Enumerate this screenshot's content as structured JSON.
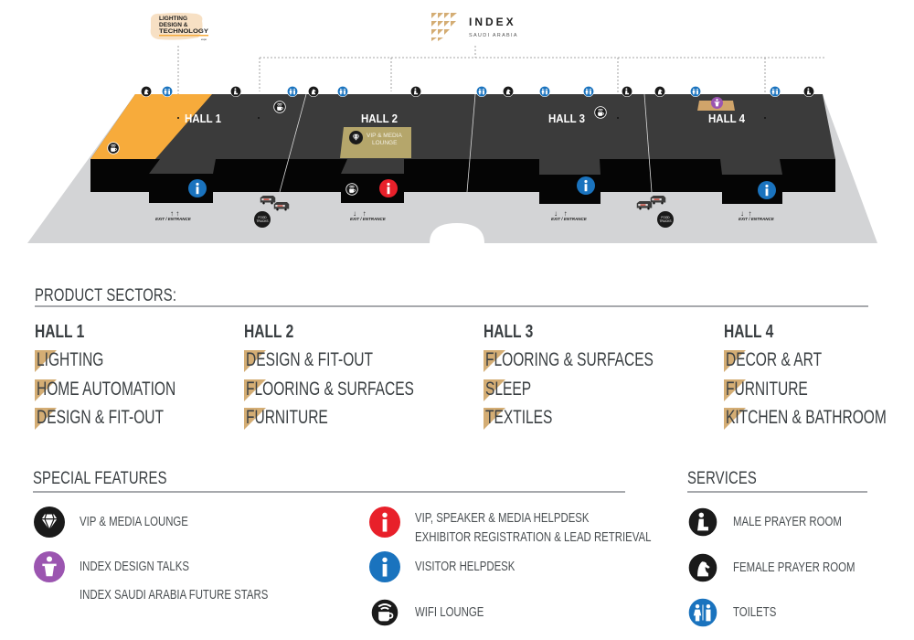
{
  "logos": {
    "ldt": {
      "line1": "LIGHTING",
      "line2": "DESIGN &",
      "line3": "TECHNOLOGY",
      "line4": "expo"
    },
    "index": {
      "title": "INDEX",
      "subtitle": "SAUDI ARABIA"
    }
  },
  "map": {
    "halls": [
      {
        "id": "hall1",
        "label": "HALL 1"
      },
      {
        "id": "hall2",
        "label": "HALL 2"
      },
      {
        "id": "hall3",
        "label": "HALL 3"
      },
      {
        "id": "hall4",
        "label": "HALL 4"
      }
    ],
    "vip_lounge_label_line1": "VIP & MEDIA",
    "vip_lounge_label_line2": "LOUNGE",
    "exit_entrance_label": "EXIT / ENTRANCE",
    "food_trucks_line1": "FOOD",
    "food_trucks_line2": "TRUCKS",
    "colors": {
      "hall_floor": "#3b3b3b",
      "hall_wall": "#050505",
      "ground": "#d3d4d6",
      "lighting_zone": "#f7ab3b",
      "vip_zone": "#b5a66b",
      "talks_zone": "#d0a46a",
      "info_blue": "#1a73be",
      "info_red": "#e8202a",
      "talks_purple": "#9b55b0",
      "gold": "#d4ad74"
    }
  },
  "product_sectors": {
    "title": "PRODUCT SECTORS:",
    "halls": [
      {
        "label": "HALL 1",
        "sectors": [
          "LIGHTING",
          "HOME AUTOMATION",
          "DESIGN & FIT-OUT"
        ]
      },
      {
        "label": "HALL 2",
        "sectors": [
          "DESIGN & FIT-OUT",
          "FLOORING & SURFACES",
          "FURNITURE"
        ]
      },
      {
        "label": "HALL 3",
        "sectors": [
          "FLOORING & SURFACES",
          "SLEEP",
          "TEXTILES"
        ]
      },
      {
        "label": "HALL 4",
        "sectors": [
          "DECOR & ART",
          "FURNITURE",
          "KITCHEN & BATHROOM"
        ]
      }
    ]
  },
  "special_features": {
    "title": "SPECIAL FEATURES",
    "items": [
      {
        "icon": "diamond-icon",
        "label": "VIP & MEDIA LOUNGE"
      },
      {
        "icon": "podium-icon",
        "label": "INDEX DESIGN TALKS",
        "sublabel": "INDEX SAUDI ARABIA FUTURE STARS"
      },
      {
        "icon": "info-red-icon",
        "label": "VIP, SPEAKER & MEDIA HELPDESK",
        "sublabel": "EXHIBITOR REGISTRATION & LEAD RETRIEVAL"
      },
      {
        "icon": "info-blue-icon",
        "label": "VISITOR HELPDESK"
      },
      {
        "icon": "wifi-cup-icon",
        "label": "WIFI LOUNGE"
      }
    ]
  },
  "services": {
    "title": "SERVICES",
    "items": [
      {
        "icon": "male-prayer-icon",
        "label": "MALE PRAYER ROOM"
      },
      {
        "icon": "female-prayer-icon",
        "label": "FEMALE PRAYER ROOM"
      },
      {
        "icon": "toilets-icon",
        "label": "TOILETS"
      }
    ]
  }
}
